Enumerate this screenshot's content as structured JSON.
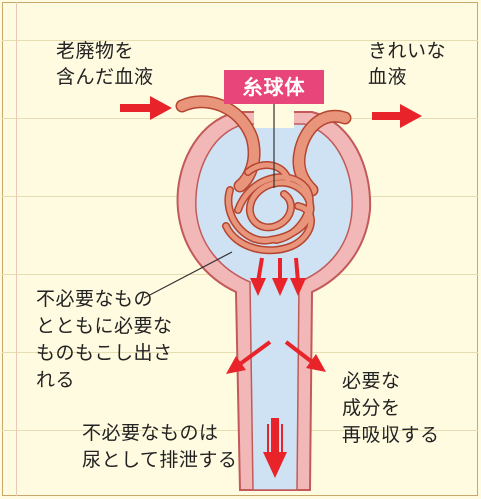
{
  "labels": {
    "waste_blood": "老廃物を\n含んだ血液",
    "clean_blood": "きれいな\n血液",
    "glomerulus": "糸球体",
    "filter_out": "不必要なもの\nとともに必要な\nものもこし出さ\nれる",
    "reabsorb": "必要な\n成分を\n再吸収する",
    "excrete": "不必要なものは\n尿として排泄する"
  },
  "colors": {
    "arrow": "#e8232a",
    "capsule_outer": "#f2b7b7",
    "capsule_inner": "#cfe2f3",
    "capillary": "#e8957c",
    "badge": "#e8467a"
  }
}
